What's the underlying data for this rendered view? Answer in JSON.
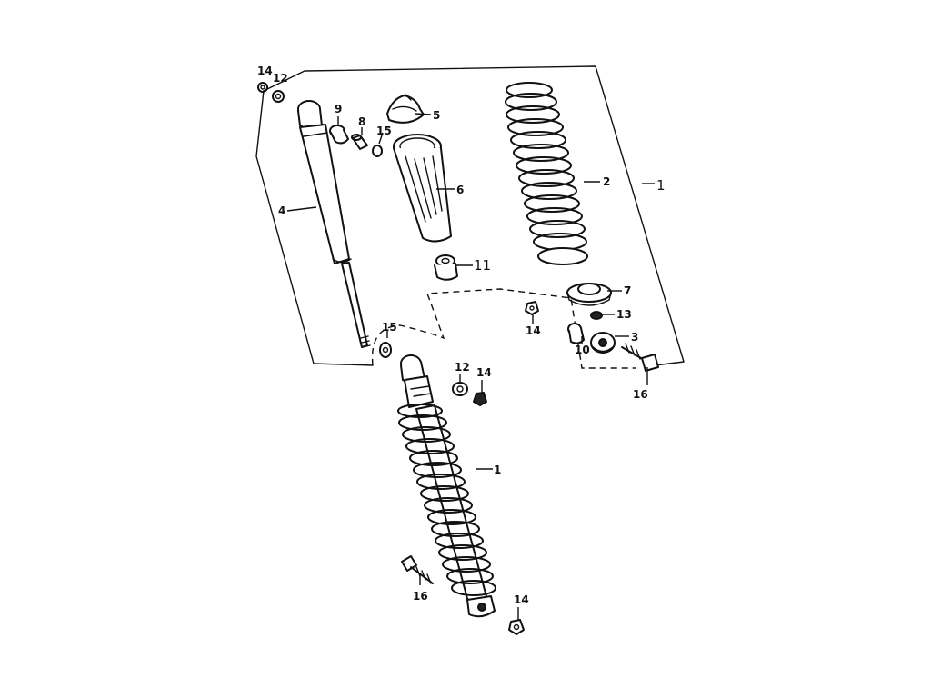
{
  "diagram": {
    "callouts": {
      "assembly_top": "1",
      "assembly_bottom": "1",
      "spring": "2",
      "joint": "3",
      "damper": "4",
      "upper_cap": "5",
      "cover_tube": "6",
      "spring_seat": "7",
      "collar": "8",
      "bushing": "9",
      "nut_small": "10",
      "bump_stop": "11",
      "washer_top": "12",
      "washer_mid": "12",
      "clip": "13",
      "nut_top": "14",
      "nut_clip": "14",
      "nut_mid": "14",
      "nut_bottom": "14",
      "ring_upper": "15",
      "ring_lower": "15",
      "bolt_right": "16",
      "bolt_left": "16"
    }
  }
}
